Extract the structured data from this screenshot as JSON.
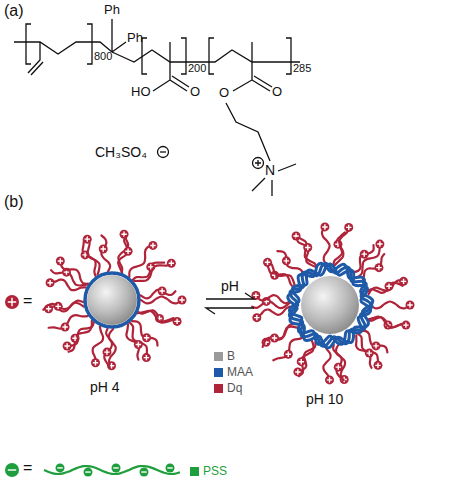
{
  "diagram": {
    "labels": [
      "(a)",
      "Ph",
      "Ph",
      "800",
      "200",
      "285",
      "HO",
      "O",
      "O",
      "O",
      "CH₃SO₄",
      "N",
      "(b)",
      "=",
      "pH 4",
      "pH",
      "pH 10",
      "="
    ],
    "legend": [
      {
        "text": "B",
        "color": "#9a9a9a"
      },
      {
        "text": "MAA",
        "color": "#1f5aa8"
      },
      {
        "text": "Dq",
        "color": "#b0243a"
      },
      {
        "text": "PSS",
        "color": "#1e9e3c"
      }
    ]
  }
}
